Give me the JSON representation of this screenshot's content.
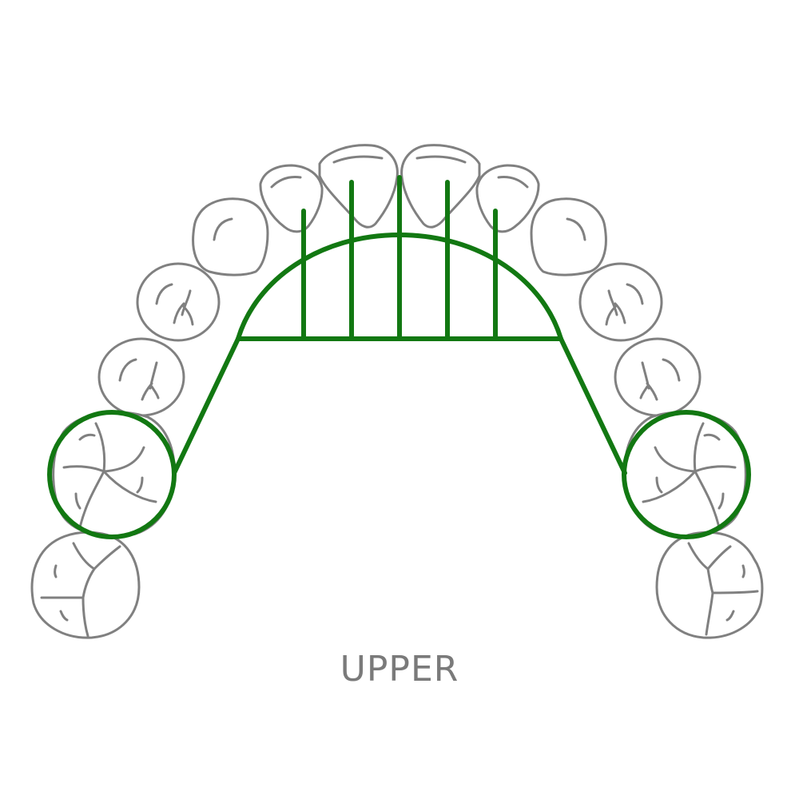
{
  "arch_label": "UPPER",
  "colors": {
    "tooth_outline": "#808080",
    "appliance": "#127812",
    "label": "#7a7a7a",
    "background": "#ffffff"
  },
  "teeth": [
    {
      "name": "central-incisor-right",
      "type": "incisor"
    },
    {
      "name": "central-incisor-left",
      "type": "incisor"
    },
    {
      "name": "lateral-incisor-right",
      "type": "incisor"
    },
    {
      "name": "lateral-incisor-left",
      "type": "incisor"
    },
    {
      "name": "canine-right",
      "type": "canine"
    },
    {
      "name": "canine-left",
      "type": "canine"
    },
    {
      "name": "first-premolar-right",
      "type": "premolar"
    },
    {
      "name": "first-premolar-left",
      "type": "premolar"
    },
    {
      "name": "second-premolar-right",
      "type": "premolar"
    },
    {
      "name": "second-premolar-left",
      "type": "premolar"
    },
    {
      "name": "first-molar-right",
      "type": "molar",
      "banded": true
    },
    {
      "name": "first-molar-left",
      "type": "molar",
      "banded": true
    },
    {
      "name": "second-molar-right",
      "type": "molar"
    },
    {
      "name": "second-molar-left",
      "type": "molar"
    }
  ],
  "appliance": {
    "type": "palatal-expander",
    "bands": 2,
    "finger_springs": 5
  }
}
